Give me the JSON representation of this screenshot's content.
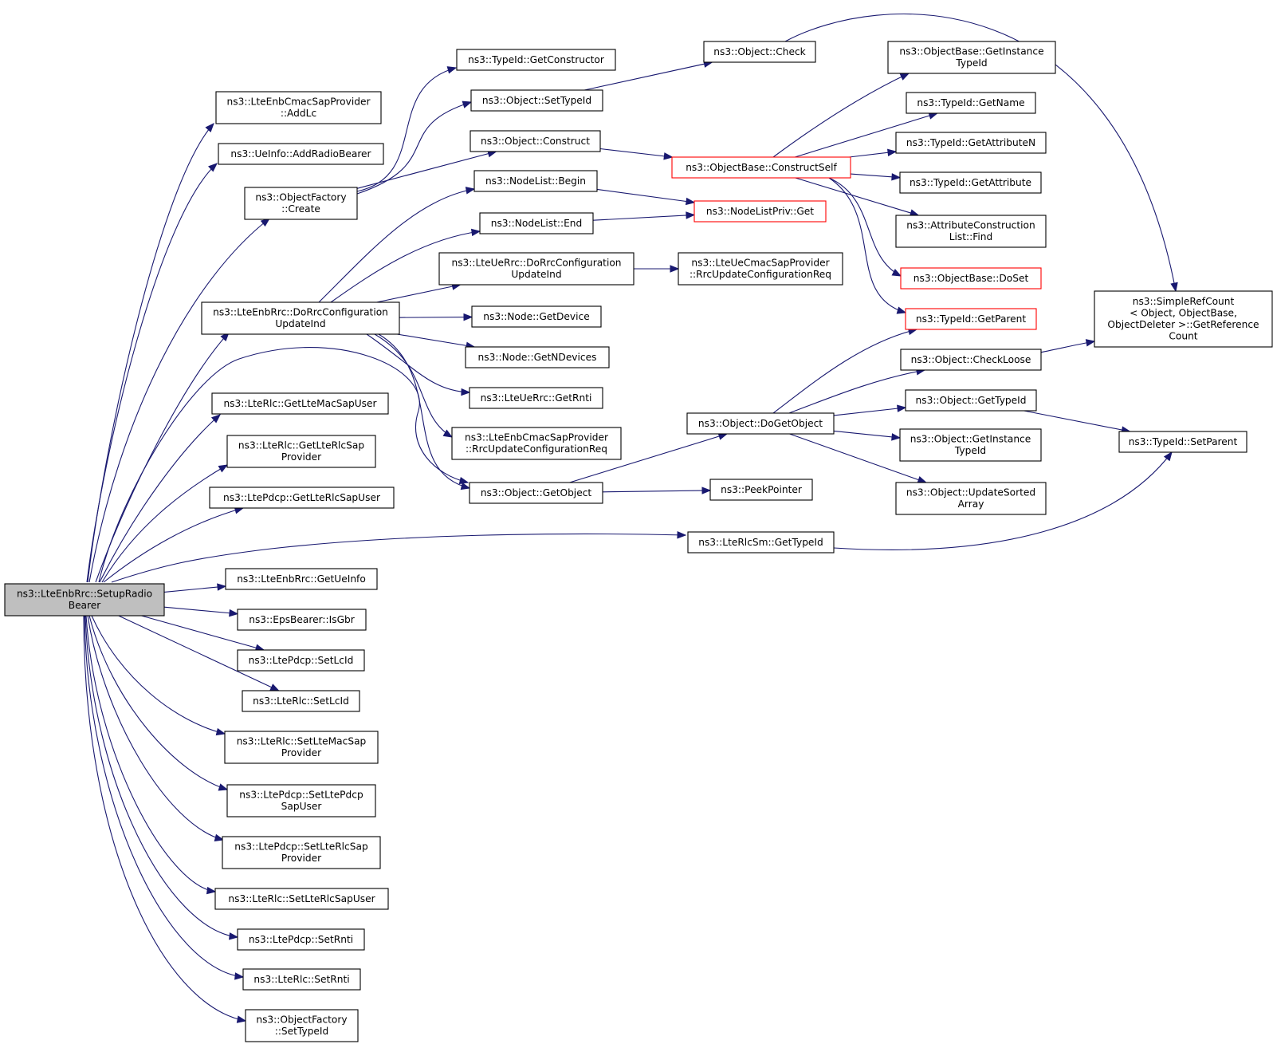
{
  "nodes": [
    {
      "id": "root",
      "lines": [
        "ns3::LteEnbRrc::SetupRadio",
        "Bearer"
      ],
      "style": "root"
    },
    {
      "id": "addlc",
      "lines": [
        "ns3::LteEnbCmacSapProvider",
        "::AddLc"
      ]
    },
    {
      "id": "addradiobearer",
      "lines": [
        "ns3::UeInfo::AddRadioBearer"
      ]
    },
    {
      "id": "objfactory_create",
      "lines": [
        "ns3::ObjectFactory",
        "::Create"
      ]
    },
    {
      "id": "dorrc_enb",
      "lines": [
        "ns3::LteEnbRrc::DoRrcConfiguration",
        "UpdateInd"
      ]
    },
    {
      "id": "getltemacsapuser",
      "lines": [
        "ns3::LteRlc::GetLteMacSapUser"
      ]
    },
    {
      "id": "getlterlcsapprovider",
      "lines": [
        "ns3::LteRlc::GetLteRlcSap",
        "Provider"
      ]
    },
    {
      "id": "getlterlcsapuser",
      "lines": [
        "ns3::LtePdcp::GetLteRlcSapUser"
      ]
    },
    {
      "id": "getueinfo",
      "lines": [
        "ns3::LteEnbRrc::GetUeInfo"
      ]
    },
    {
      "id": "isgbr",
      "lines": [
        "ns3::EpsBearer::IsGbr"
      ]
    },
    {
      "id": "pdcp_setlcid",
      "lines": [
        "ns3::LtePdcp::SetLcId"
      ]
    },
    {
      "id": "rlc_setlcid",
      "lines": [
        "ns3::LteRlc::SetLcId"
      ]
    },
    {
      "id": "setltemacsapprovider",
      "lines": [
        "ns3::LteRlc::SetLteMacSap",
        "Provider"
      ]
    },
    {
      "id": "setltepdcpsapuser",
      "lines": [
        "ns3::LtePdcp::SetLtePdcp",
        "SapUser"
      ]
    },
    {
      "id": "setlterlcsapprovider",
      "lines": [
        "ns3::LtePdcp::SetLteRlcSap",
        "Provider"
      ]
    },
    {
      "id": "setlterlcsapuser",
      "lines": [
        "ns3::LteRlc::SetLteRlcSapUser"
      ]
    },
    {
      "id": "pdcp_setrnti",
      "lines": [
        "ns3::LtePdcp::SetRnti"
      ]
    },
    {
      "id": "rlc_setrnti",
      "lines": [
        "ns3::LteRlc::SetRnti"
      ]
    },
    {
      "id": "objfactory_settypeid",
      "lines": [
        "ns3::ObjectFactory",
        "::SetTypeId"
      ]
    },
    {
      "id": "getconstructor",
      "lines": [
        "ns3::TypeId::GetConstructor"
      ]
    },
    {
      "id": "obj_settypeid",
      "lines": [
        "ns3::Object::SetTypeId"
      ]
    },
    {
      "id": "obj_construct",
      "lines": [
        "ns3::Object::Construct"
      ]
    },
    {
      "id": "nodelist_begin",
      "lines": [
        "ns3::NodeList::Begin"
      ]
    },
    {
      "id": "nodelist_end",
      "lines": [
        "ns3::NodeList::End"
      ]
    },
    {
      "id": "dorrc_ue",
      "lines": [
        "ns3::LteUeRrc::DoRrcConfiguration",
        "UpdateInd"
      ]
    },
    {
      "id": "node_getdevice",
      "lines": [
        "ns3::Node::GetDevice"
      ]
    },
    {
      "id": "node_getndevices",
      "lines": [
        "ns3::Node::GetNDevices"
      ]
    },
    {
      "id": "uerrc_getrnti",
      "lines": [
        "ns3::LteUeRrc::GetRnti"
      ]
    },
    {
      "id": "enbcmac_rrcupdate",
      "lines": [
        "ns3::LteEnbCmacSapProvider",
        "::RrcUpdateConfigurationReq"
      ]
    },
    {
      "id": "obj_getobject",
      "lines": [
        "ns3::Object::GetObject"
      ]
    },
    {
      "id": "obj_check",
      "lines": [
        "ns3::Object::Check"
      ]
    },
    {
      "id": "constructself",
      "lines": [
        "ns3::ObjectBase::ConstructSelf"
      ],
      "style": "red"
    },
    {
      "id": "nodelistpriv_get",
      "lines": [
        "ns3::NodeListPriv::Get"
      ],
      "style": "red"
    },
    {
      "id": "uecmac_rrcupdate",
      "lines": [
        "ns3::LteUeCmacSapProvider",
        "::RrcUpdateConfigurationReq"
      ]
    },
    {
      "id": "obj_dogetobject",
      "lines": [
        "ns3::Object::DoGetObject"
      ]
    },
    {
      "id": "peekpointer",
      "lines": [
        "ns3::PeekPointer"
      ]
    },
    {
      "id": "lterlcsm_gettypeid",
      "lines": [
        "ns3::LteRlcSm::GetTypeId"
      ]
    },
    {
      "id": "objbase_getinstancetypeid",
      "lines": [
        "ns3::ObjectBase::GetInstance",
        "TypeId"
      ]
    },
    {
      "id": "typeid_getname",
      "lines": [
        "ns3::TypeId::GetName"
      ]
    },
    {
      "id": "typeid_getattributen",
      "lines": [
        "ns3::TypeId::GetAttributeN"
      ]
    },
    {
      "id": "typeid_getattribute",
      "lines": [
        "ns3::TypeId::GetAttribute"
      ]
    },
    {
      "id": "attrconstruction_find",
      "lines": [
        "ns3::AttributeConstruction",
        "List::Find"
      ]
    },
    {
      "id": "objbase_doset",
      "lines": [
        "ns3::ObjectBase::DoSet"
      ],
      "style": "red"
    },
    {
      "id": "typeid_getparent",
      "lines": [
        "ns3::TypeId::GetParent"
      ],
      "style": "red"
    },
    {
      "id": "obj_checkloose",
      "lines": [
        "ns3::Object::CheckLoose"
      ]
    },
    {
      "id": "obj_gettypeid",
      "lines": [
        "ns3::Object::GetTypeId"
      ]
    },
    {
      "id": "obj_getinstancetypeid",
      "lines": [
        "ns3::Object::GetInstance",
        "TypeId"
      ]
    },
    {
      "id": "obj_updatesortedarray",
      "lines": [
        "ns3::Object::UpdateSorted",
        "Array"
      ]
    },
    {
      "id": "simplerefcount",
      "lines": [
        "ns3::SimpleRefCount",
        "< Object, ObjectBase,",
        "ObjectDeleter >::GetReference",
        "Count"
      ]
    },
    {
      "id": "typeid_setparent",
      "lines": [
        "ns3::TypeId::SetParent"
      ]
    }
  ],
  "edges": [
    [
      "root",
      "addlc"
    ],
    [
      "root",
      "addradiobearer"
    ],
    [
      "root",
      "objfactory_create"
    ],
    [
      "root",
      "dorrc_enb"
    ],
    [
      "root",
      "obj_getobject"
    ],
    [
      "root",
      "getltemacsapuser"
    ],
    [
      "root",
      "getlterlcsapprovider"
    ],
    [
      "root",
      "getlterlcsapuser"
    ],
    [
      "root",
      "lterlcsm_gettypeid"
    ],
    [
      "root",
      "getueinfo"
    ],
    [
      "root",
      "isgbr"
    ],
    [
      "root",
      "pdcp_setlcid"
    ],
    [
      "root",
      "rlc_setlcid"
    ],
    [
      "root",
      "setltemacsapprovider"
    ],
    [
      "root",
      "setltepdcpsapuser"
    ],
    [
      "root",
      "setlterlcsapprovider"
    ],
    [
      "root",
      "setlterlcsapuser"
    ],
    [
      "root",
      "pdcp_setrnti"
    ],
    [
      "root",
      "rlc_setrnti"
    ],
    [
      "root",
      "objfactory_settypeid"
    ],
    [
      "objfactory_create",
      "getconstructor"
    ],
    [
      "objfactory_create",
      "obj_settypeid"
    ],
    [
      "objfactory_create",
      "obj_construct"
    ],
    [
      "dorrc_enb",
      "nodelist_begin"
    ],
    [
      "dorrc_enb",
      "nodelist_end"
    ],
    [
      "dorrc_enb",
      "dorrc_ue"
    ],
    [
      "dorrc_enb",
      "node_getdevice"
    ],
    [
      "dorrc_enb",
      "node_getndevices"
    ],
    [
      "dorrc_enb",
      "uerrc_getrnti"
    ],
    [
      "dorrc_enb",
      "enbcmac_rrcupdate"
    ],
    [
      "dorrc_enb",
      "obj_getobject"
    ],
    [
      "obj_settypeid",
      "obj_check"
    ],
    [
      "obj_construct",
      "constructself"
    ],
    [
      "nodelist_begin",
      "nodelistpriv_get"
    ],
    [
      "nodelist_end",
      "nodelistpriv_get"
    ],
    [
      "dorrc_ue",
      "uecmac_rrcupdate"
    ],
    [
      "obj_getobject",
      "obj_dogetobject"
    ],
    [
      "obj_getobject",
      "peekpointer"
    ],
    [
      "obj_check",
      "simplerefcount"
    ],
    [
      "constructself",
      "objbase_getinstancetypeid"
    ],
    [
      "constructself",
      "typeid_getname"
    ],
    [
      "constructself",
      "typeid_getattributen"
    ],
    [
      "constructself",
      "typeid_getattribute"
    ],
    [
      "constructself",
      "attrconstruction_find"
    ],
    [
      "constructself",
      "objbase_doset"
    ],
    [
      "constructself",
      "typeid_getparent"
    ],
    [
      "obj_dogetobject",
      "typeid_getparent"
    ],
    [
      "obj_dogetobject",
      "obj_checkloose"
    ],
    [
      "obj_dogetobject",
      "obj_gettypeid"
    ],
    [
      "obj_dogetobject",
      "obj_getinstancetypeid"
    ],
    [
      "obj_dogetobject",
      "obj_updatesortedarray"
    ],
    [
      "obj_checkloose",
      "simplerefcount"
    ],
    [
      "obj_gettypeid",
      "typeid_setparent"
    ],
    [
      "lterlcsm_gettypeid",
      "typeid_setparent"
    ]
  ]
}
